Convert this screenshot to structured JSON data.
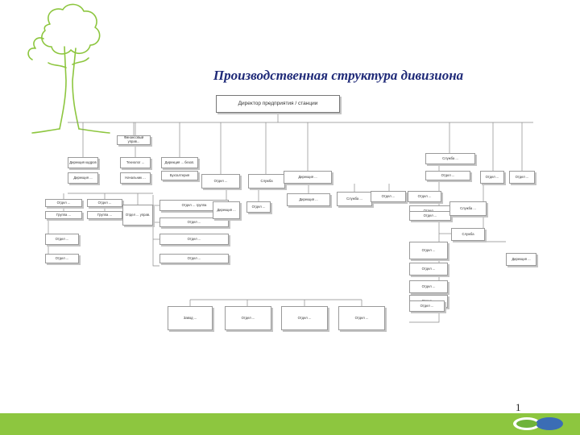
{
  "title": "Производственная структура дивизиона",
  "page_number": "1",
  "colors": {
    "accent_green": "#8dc63f",
    "title_blue": "#1f2a78",
    "tree_green": "#8dc63f"
  },
  "nodes": [
    {
      "id": "dir",
      "text": "Директор предприятия / станции"
    },
    {
      "id": "a1",
      "text": "Финансовый управ..."
    },
    {
      "id": "b1",
      "text": "Дирекция кадров"
    },
    {
      "id": "b2",
      "text": "Дирекция ..."
    },
    {
      "id": "c1",
      "text": "Технолог ..."
    },
    {
      "id": "c2",
      "text": "Начальник ..."
    },
    {
      "id": "d1",
      "text": "Дирекция ... безоп."
    },
    {
      "id": "d2",
      "text": "Бухгалтерия"
    },
    {
      "id": "e1",
      "text": "Отдел ..."
    },
    {
      "id": "e2",
      "text": "Группа ..."
    },
    {
      "id": "f1",
      "text": "Отдел ..."
    },
    {
      "id": "f2",
      "text": "Группа ..."
    },
    {
      "id": "f3",
      "text": "Отдел ... управ."
    },
    {
      "id": "g1",
      "text": "Отдел ... группа"
    },
    {
      "id": "g2",
      "text": "Отдел ..."
    },
    {
      "id": "h1",
      "text": "Отдел ..."
    },
    {
      "id": "h2",
      "text": "Отдел ..."
    },
    {
      "id": "i1",
      "text": "Отдел ..."
    },
    {
      "id": "i2",
      "text": "Отдел ..."
    },
    {
      "id": "i3",
      "text": "Отдел ..."
    },
    {
      "id": "i4",
      "text": "Служба"
    },
    {
      "id": "j1",
      "text": "Дирекция ..."
    },
    {
      "id": "j2",
      "text": "Отдел ..."
    },
    {
      "id": "j3",
      "text": "Отдел ..."
    },
    {
      "id": "k1",
      "text": "Дирекция ..."
    },
    {
      "id": "l1",
      "text": "Дирекция ..."
    },
    {
      "id": "l2",
      "text": "Служба ..."
    },
    {
      "id": "m1",
      "text": "Отдел ..."
    },
    {
      "id": "m2",
      "text": "Отдел ..."
    },
    {
      "id": "n1",
      "text": "Служба ..."
    },
    {
      "id": "n2",
      "text": "Отдел ..."
    },
    {
      "id": "n3",
      "text": "Отдел ..."
    },
    {
      "id": "n4",
      "text": "Отдел ..."
    },
    {
      "id": "n5",
      "text": "Служба ..."
    },
    {
      "id": "o1",
      "text": "Отдел ..."
    },
    {
      "id": "o2",
      "text": "Отдел ..."
    },
    {
      "id": "o3",
      "text": "Отдел ..."
    },
    {
      "id": "o4",
      "text": "Служба"
    },
    {
      "id": "o5",
      "text": "Отдел ..."
    },
    {
      "id": "o6",
      "text": "Отдел ..."
    },
    {
      "id": "o7",
      "text": "Отдел ..."
    },
    {
      "id": "o8",
      "text": "Отдел ..."
    },
    {
      "id": "p1",
      "text": "Дирекция ..."
    },
    {
      "id": "p2",
      "text": "Отдел ..."
    },
    {
      "id": "q1",
      "text": "Дирекция ..."
    },
    {
      "id": "r1",
      "text": "Отдел ..."
    },
    {
      "id": "s1",
      "text": "Завод ..."
    },
    {
      "id": "s2",
      "text": "Отдел ..."
    },
    {
      "id": "s3",
      "text": "Отдел ..."
    },
    {
      "id": "s4",
      "text": "Отдел ..."
    }
  ]
}
